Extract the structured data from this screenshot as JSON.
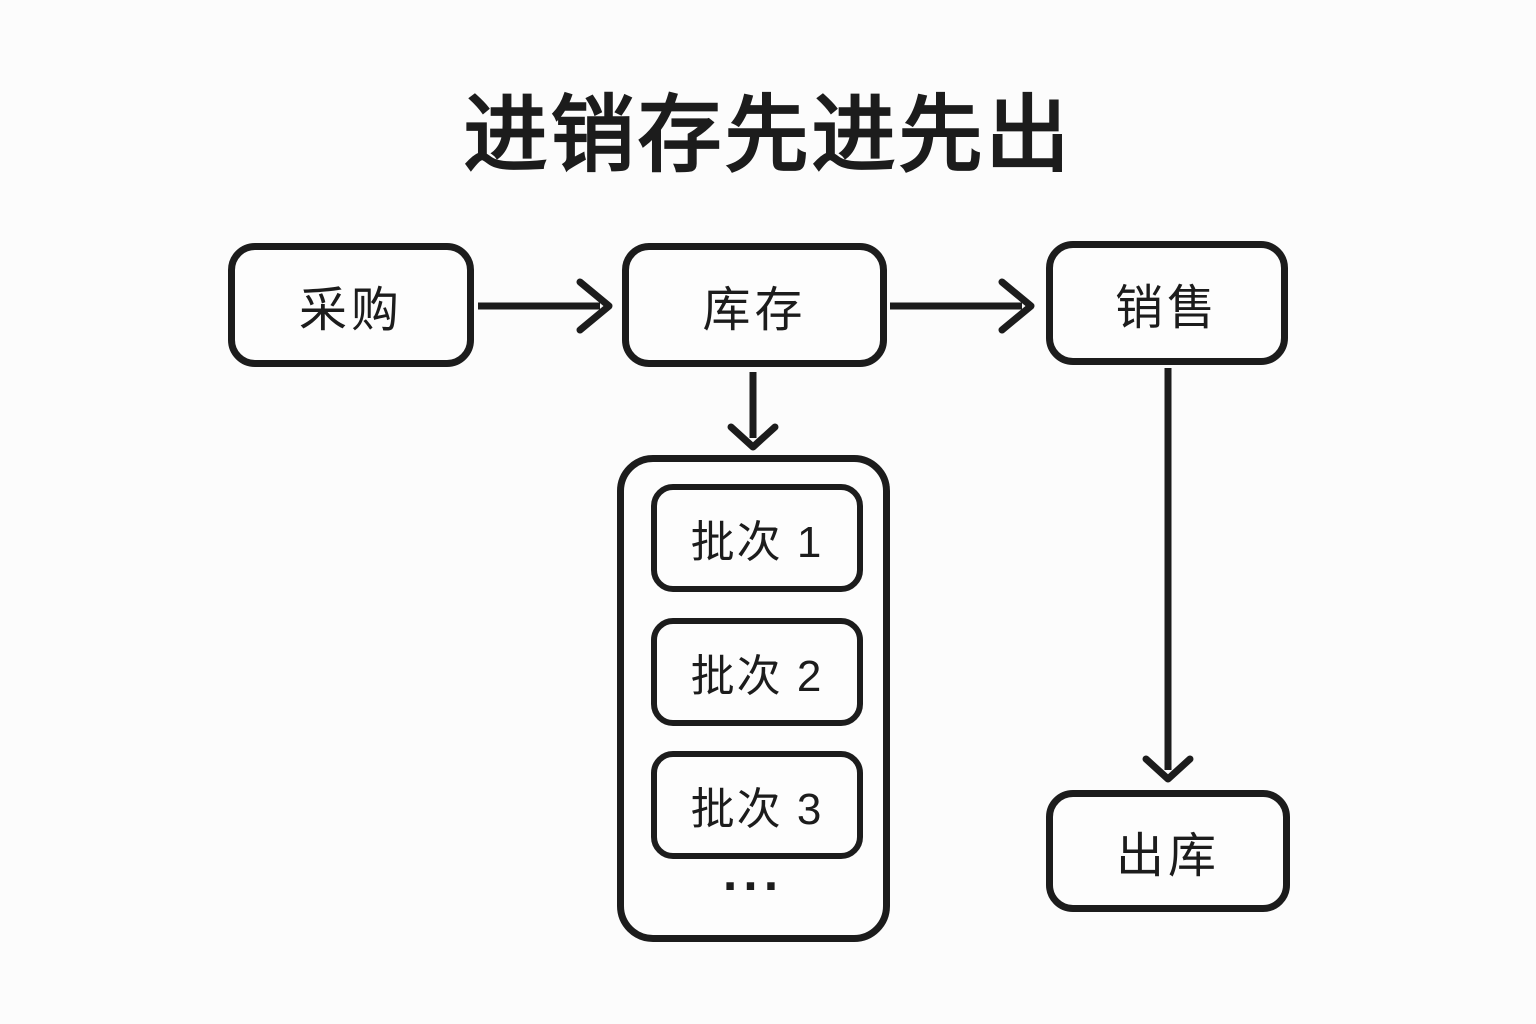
{
  "colors": {
    "background": "#fcfcfc",
    "stroke": "#1c1c1c",
    "text": "#1c1c1c"
  },
  "title": {
    "text": "进销存先进先出"
  },
  "nodes": {
    "purchase": {
      "label": "采购"
    },
    "inventory": {
      "label": "库存"
    },
    "sales": {
      "label": "销售"
    },
    "outbound": {
      "label": "出库"
    }
  },
  "batch_panel": {
    "items": [
      {
        "label": "批次 1"
      },
      {
        "label": "批次 2"
      },
      {
        "label": "批次 3"
      }
    ],
    "ellipsis": "..."
  },
  "connections": [
    {
      "from": "采购",
      "to": "库存",
      "direction": "right"
    },
    {
      "from": "库存",
      "to": "销售",
      "direction": "right"
    },
    {
      "from": "库存",
      "to": "批次列表",
      "direction": "down"
    },
    {
      "from": "销售",
      "to": "出库",
      "direction": "down"
    }
  ]
}
